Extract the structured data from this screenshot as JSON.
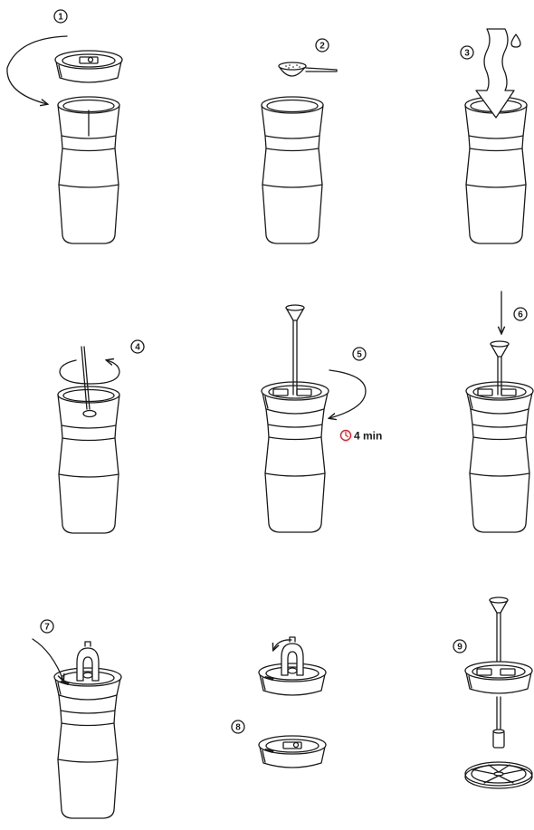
{
  "steps": [
    {
      "number": "1"
    },
    {
      "number": "2"
    },
    {
      "number": "3"
    },
    {
      "number": "4"
    },
    {
      "number": "5",
      "timer_label": "4 min"
    },
    {
      "number": "6"
    },
    {
      "number": "7"
    },
    {
      "number": "8"
    },
    {
      "number": "9"
    }
  ],
  "colors": {
    "line": "#1a1a1a",
    "timer_accent": "#e0202a",
    "background": "#ffffff"
  },
  "icons": [
    "rotate-arrow-icon",
    "coffee-scoop-icon",
    "water-drop-icon",
    "pour-arrow-icon",
    "stir-arrow-icon",
    "timer-icon",
    "push-down-arrow-icon"
  ]
}
